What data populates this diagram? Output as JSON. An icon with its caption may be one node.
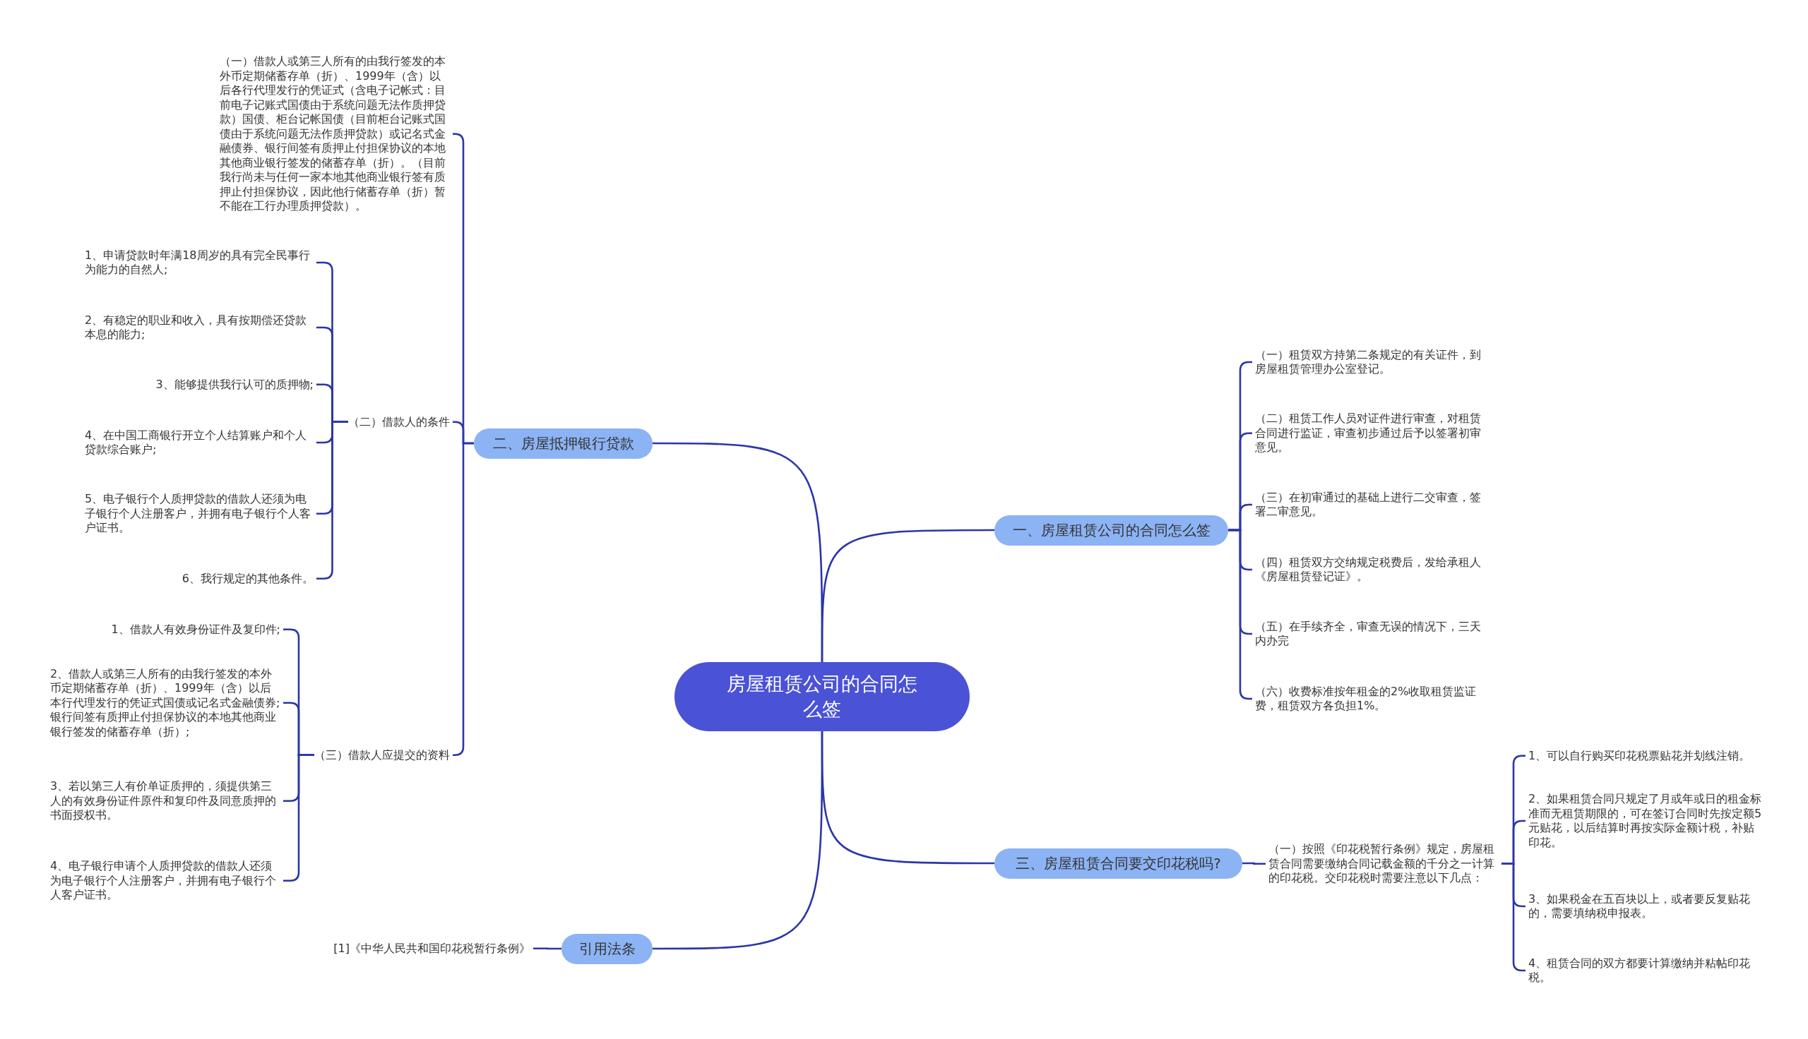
{
  "diagram": {
    "nodes": [
      {
        "text": [
          "房屋租赁公司的合同怎么签"
        ]
      },
      {
        "text": [
          "一、房屋租赁公司的合同怎么签"
        ]
      },
      {
        "text": [
          "（一）租赁双方持第二条规定的有关证件，到房屋租赁管理办公室登记。"
        ]
      },
      {
        "text": [
          "（二）租赁工作人员对证件进行审查，对租赁合同进行监证，审查初步通过后予以签署初审意见。"
        ]
      },
      {
        "text": [
          "（三）在初审通过的基础上进行二交审查，签署二审意见。"
        ]
      },
      {
        "text": [
          "（四）租赁双方交纳规定税费后，发给承租人《房屋租赁登记证》。"
        ]
      },
      {
        "text": [
          "（五）在手续齐全，审查无误的情况下，三天内办完"
        ]
      },
      {
        "text": [
          "（六）收费标准按年租金的2%收取租赁监证费，租赁双方各负担1%。"
        ]
      },
      {
        "text": [
          "三、房屋租赁合同要交印花税吗?"
        ]
      },
      {
        "text": [
          "（一）按照《印花税暂行条例》规定，房屋租赁合同需要缴纳合同记载金额的千分之一计算的印花税。交印花税时需要注意以下几点："
        ]
      },
      {
        "text": [
          "1、可以自行购买印花税票贴花并划线注销。"
        ]
      },
      {
        "text": [
          "2、如果租赁合同只规定了月或年或日的租金标准而无租赁期限的，可在签订合同时先按定额5元贴花，以后结算时再按实际金额计税，补贴印花。"
        ]
      },
      {
        "text": [
          "3、如果税金在五百块以上，或者要反复贴花的，需要填纳税申报表。"
        ]
      },
      {
        "text": [
          "4、租赁合同的双方都要计算缴纳并粘帖印花税。"
        ]
      },
      {
        "text": [
          "二、房屋抵押银行贷款"
        ]
      },
      {
        "text": [
          "（一）借款人或第三人所有的由我行签发的本外币定期储蓄存单（折）、1999年（含）以后各行代理发行的凭证式（含电子记帐式：目前电子记账式国债由于系统问题无法作质押贷款）国债、柜台记帐国债（目前柜台记账式国债由于系统问题无法作质押贷款）或记名式金融债券、银行间签有质押止付担保协议的本地其他商业银行签发的储蓄存单（折）。（目前我行尚未与任何一家本地其他商业银行签有质押止付担保协议，因此他行储蓄存单（折）暂不能在工行办理质押贷款）。"
        ]
      },
      {
        "text": [
          "（二）借款人的条件"
        ]
      },
      {
        "text": [
          "1、申请贷款时年满18周岁的具有完全民事行为能力的自然人;"
        ]
      },
      {
        "text": [
          "2、有稳定的职业和收入，具有按期偿还贷款本息的能力;"
        ]
      },
      {
        "text": [
          "3、能够提供我行认可的质押物;"
        ]
      },
      {
        "text": [
          "4、在中国工商银行开立个人结算账户和个人贷款综合账户;"
        ]
      },
      {
        "text": [
          "5、电子银行个人质押贷款的借款人还须为电子银行个人注册客户，并拥有电子银行个人客户证书。"
        ]
      },
      {
        "text": [
          "6、我行规定的其他条件。"
        ]
      },
      {
        "text": [
          "（三）借款人应提交的资料"
        ]
      },
      {
        "text": [
          "1、借款人有效身份证件及复印件;"
        ]
      },
      {
        "text": [
          "2、借款人或第三人所有的由我行签发的本外币定期储蓄存单（折）、1999年（含）以后本行代理发行的凭证式国债或记名式金融债券;银行间签有质押止付担保协议的本地其他商业银行签发的储蓄存单（折）;"
        ]
      },
      {
        "text": [
          "3、若以第三人有价单证质押的，须提供第三人的有效身份证件原件和复印件及同意质押的书面授权书。"
        ]
      },
      {
        "text": [
          "4、电子银行申请个人质押贷款的借款人还须为电子银行个人注册客户，并拥有电子银行个人客户证书。"
        ]
      },
      {
        "text": [
          "引用法条"
        ]
      },
      {
        "text": [
          "[1]《中华人民共和国印花税暂行条例》"
        ]
      }
    ],
    "edges": [
      {
        "from": 0,
        "to": 1,
        "arrow": "none"
      },
      {
        "from": 1,
        "to": 2,
        "arrow": "none"
      },
      {
        "from": 1,
        "to": 3,
        "arrow": "none"
      },
      {
        "from": 1,
        "to": 4,
        "arrow": "none"
      },
      {
        "from": 1,
        "to": 5,
        "arrow": "none"
      },
      {
        "from": 1,
        "to": 6,
        "arrow": "none"
      },
      {
        "from": 1,
        "to": 7,
        "arrow": "none"
      },
      {
        "from": 0,
        "to": 8,
        "arrow": "none"
      },
      {
        "from": 8,
        "to": 9,
        "arrow": "none"
      },
      {
        "from": 9,
        "to": 10,
        "arrow": "none"
      },
      {
        "from": 9,
        "to": 11,
        "arrow": "none"
      },
      {
        "from": 9,
        "to": 12,
        "arrow": "none"
      },
      {
        "from": 9,
        "to": 13,
        "arrow": "none"
      },
      {
        "from": 0,
        "to": 14,
        "arrow": "none"
      },
      {
        "from": 14,
        "to": 15,
        "arrow": "none"
      },
      {
        "from": 14,
        "to": 16,
        "arrow": "none"
      },
      {
        "from": 16,
        "to": 17,
        "arrow": "none"
      },
      {
        "from": 16,
        "to": 18,
        "arrow": "none"
      },
      {
        "from": 16,
        "to": 19,
        "arrow": "none"
      },
      {
        "from": 16,
        "to": 20,
        "arrow": "none"
      },
      {
        "from": 16,
        "to": 21,
        "arrow": "none"
      },
      {
        "from": 16,
        "to": 22,
        "arrow": "none"
      },
      {
        "from": 14,
        "to": 23,
        "arrow": "none"
      },
      {
        "from": 23,
        "to": 24,
        "arrow": "none"
      },
      {
        "from": 23,
        "to": 25,
        "arrow": "none"
      },
      {
        "from": 23,
        "to": 26,
        "arrow": "none"
      },
      {
        "from": 23,
        "to": 27,
        "arrow": "none"
      },
      {
        "from": 0,
        "to": 28,
        "arrow": "none"
      },
      {
        "from": 28,
        "to": 29,
        "arrow": "none"
      }
    ]
  }
}
